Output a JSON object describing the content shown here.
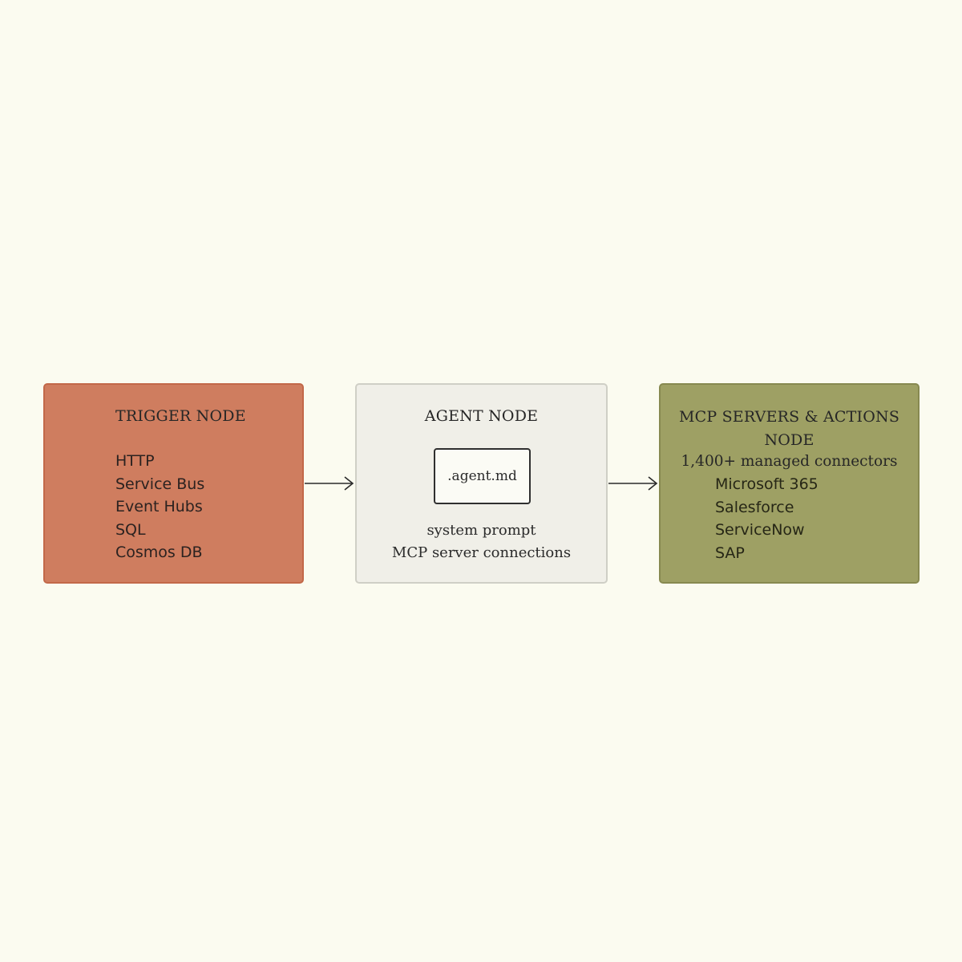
{
  "trigger": {
    "title": "TRIGGER NODE",
    "items": [
      "HTTP",
      "Service Bus",
      "Event Hubs",
      "SQL",
      "Cosmos DB"
    ]
  },
  "agent": {
    "title": "AGENT NODE",
    "file": ".agent.md",
    "lines": [
      "system prompt",
      "MCP server connections"
    ]
  },
  "mcp": {
    "title_line1": "MCP SERVERS & ACTIONS",
    "title_line2": "NODE",
    "subtitle": "1,400+ managed connectors",
    "items": [
      "Microsoft 365",
      "Salesforce",
      "ServiceNow",
      "SAP"
    ]
  },
  "colors": {
    "trigger": "#cf7d5f",
    "agent": "#f0efe8",
    "mcp": "#9ea064",
    "background": "#fbfbf0"
  }
}
